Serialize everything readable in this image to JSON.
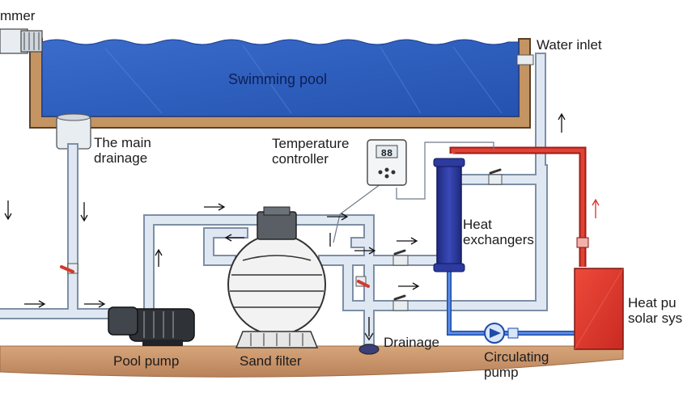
{
  "labels": {
    "skimmer": "mmer",
    "pool": "Swimming pool",
    "water_inlet": "Water inlet",
    "main_drainage_1": "The main",
    "main_drainage_2": "drainage",
    "temp_controller_1": "Temperature",
    "temp_controller_2": "controller",
    "temp_display": "88",
    "heat_exchangers_1": "Heat",
    "heat_exchangers_2": "exchangers",
    "heat_pump_1": "Heat pu",
    "heat_pump_2": "solar sys",
    "pool_pump": "Pool pump",
    "sand_filter": "Sand filter",
    "drainage": "Drainage",
    "circulating_pump_1": "Circulating",
    "circulating_pump_2": "pump"
  },
  "colors": {
    "pool_water": "#2f5fc0",
    "pipe": "#dfe8f2",
    "pipe_outline": "#7d8fa6",
    "hot_pipe": "#d8312a",
    "heat_pump_body": "#e2372b",
    "heat_exchanger": "#27359a",
    "ground": "#c8946a",
    "pool_wall": "#b98a55",
    "circulation_line": "#3a6fd0"
  },
  "icons": [
    "flow-arrow-icon",
    "valve-icon",
    "display-icon"
  ]
}
